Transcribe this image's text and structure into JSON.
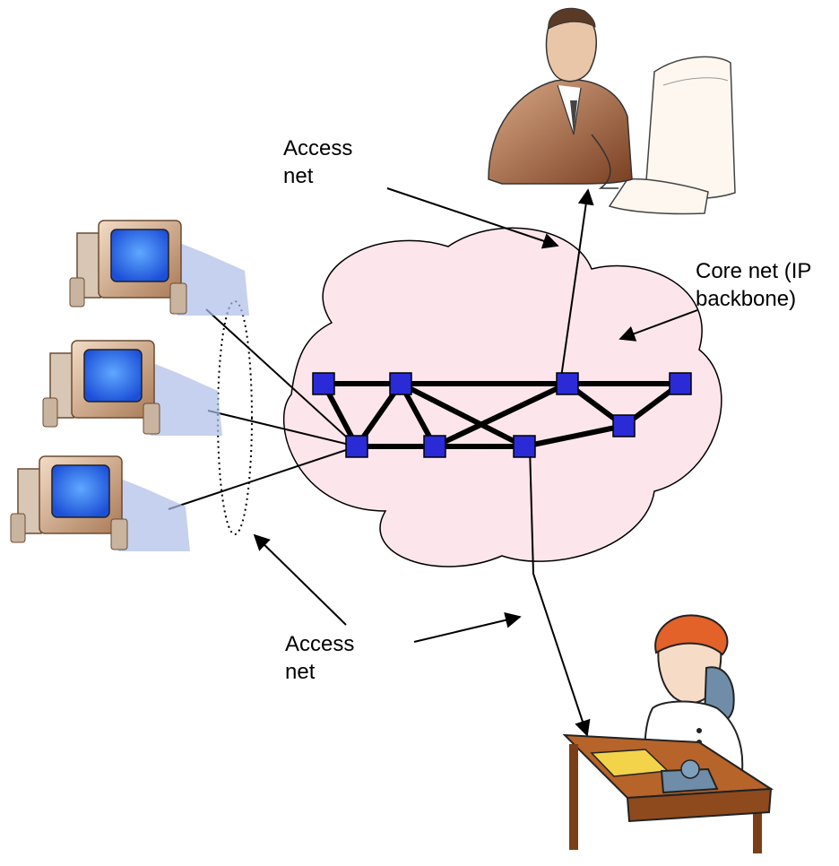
{
  "labels": {
    "access_net_top": {
      "line1": "Access",
      "line2": "net"
    },
    "core_net": {
      "line1": "Core net (IP",
      "line2": "backbone)"
    },
    "access_net_bottom": {
      "line1": "Access",
      "line2": "net"
    }
  },
  "colors": {
    "cloud_fill": "#fde6eb",
    "cloud_stroke": "#000000",
    "router_fill": "#2a2ad6",
    "link": "#000000"
  },
  "icons": {
    "computers": [
      "desktop-computer-icon",
      "desktop-computer-icon",
      "desktop-computer-icon"
    ],
    "office_worker": "office-worker-at-computer-icon",
    "phone_user": "person-on-telephone-icon"
  }
}
